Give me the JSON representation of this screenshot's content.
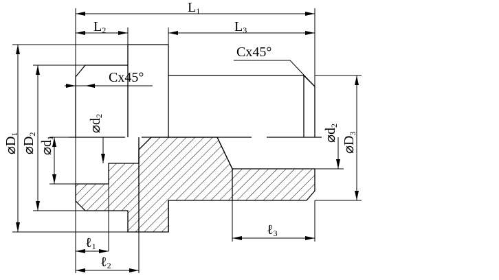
{
  "labels": {
    "L1": {
      "main": "L",
      "sub": "1"
    },
    "L2": {
      "main": "L",
      "sub": "2"
    },
    "L3": {
      "main": "L",
      "sub": "3"
    },
    "chamfer_left": "Cx45°",
    "chamfer_right": "Cx45°",
    "D1": {
      "main": "⌀D",
      "sub": "1"
    },
    "D2": {
      "main": "⌀D",
      "sub": "2"
    },
    "d1": {
      "main": "⌀d",
      "sub": "1"
    },
    "d2_left": {
      "main": "⌀d",
      "sub": "2"
    },
    "d2_right": {
      "main": "⌀d",
      "sub": "2"
    },
    "D3": {
      "main": "⌀D",
      "sub": "3"
    },
    "l1": {
      "main": "ℓ",
      "sub": "1"
    },
    "l2": {
      "main": "ℓ",
      "sub": "2"
    },
    "l3": {
      "main": "ℓ",
      "sub": "3"
    }
  }
}
